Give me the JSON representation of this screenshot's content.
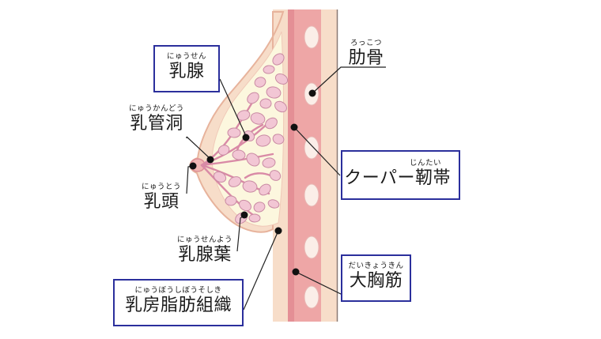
{
  "labels": {
    "nyusen": {
      "ruby": "にゅうせん",
      "text": "乳腺",
      "boxed": true
    },
    "nyukando": {
      "ruby": "にゅうかんどう",
      "text": "乳管洞",
      "boxed": false
    },
    "nyuto": {
      "ruby": "にゅうとう",
      "text": "乳頭",
      "boxed": false
    },
    "nyusenyo": {
      "ruby": "にゅうせんよう",
      "text": "乳腺葉",
      "boxed": false
    },
    "nyubo": {
      "ruby": "にゅうぼうしぼうそしき",
      "text": "乳房脂肪組織",
      "boxed": true
    },
    "rokkotsu": {
      "ruby": "ろっこつ",
      "text": "肋骨",
      "boxed": false
    },
    "cooper": {
      "ruby": "じんたい",
      "text": "クーパー靭帯",
      "boxed": true
    },
    "daikyokin": {
      "ruby": "だいきょうきん",
      "text": "大胸筋",
      "boxed": true
    }
  },
  "colors": {
    "box_border": "#2b2f9c",
    "skin": "#f7ddc9",
    "skin_outline": "#e7b39c",
    "muscle": "#eea6a6",
    "muscle_dark": "#e48f95",
    "rib": "#fbeee8",
    "lobule": "#f2c6d4",
    "lobule_outline": "#c98aa3",
    "duct": "#d98aa6",
    "fat": "#fcf7de",
    "leader": "#222222"
  }
}
